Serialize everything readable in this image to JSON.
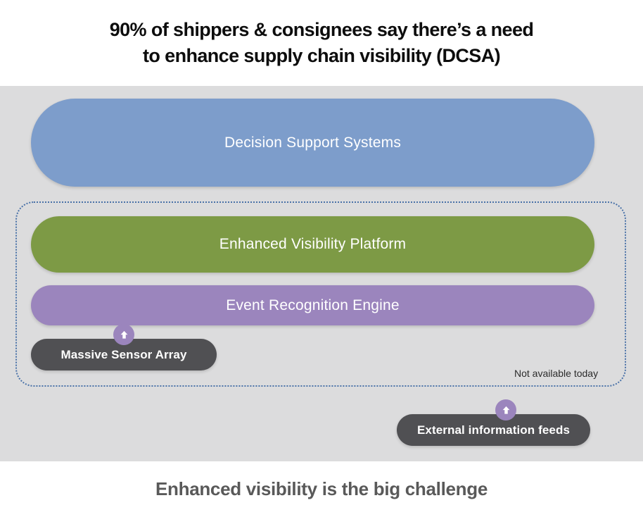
{
  "title": {
    "line1": "90% of shippers & consignees say there’s a need",
    "line2_prefix": "to enhance supply chain ",
    "line2_strong": "visibility",
    "line2_suffix": " (DCSA)"
  },
  "diagram": {
    "layers": [
      {
        "id": "decision-support",
        "label": "Decision Support Systems",
        "color": "#7d9dcb"
      },
      {
        "id": "enhanced-visibility",
        "label": "Enhanced Visibility Platform",
        "color": "#7d9a45"
      },
      {
        "id": "event-recognition",
        "label": "Event Recognition Engine",
        "color": "#9b85bd"
      }
    ],
    "inputs": [
      {
        "id": "massive-sensor-array",
        "label": "Massive Sensor Array",
        "color": "#505053",
        "badge_icon": "arrow-up-icon"
      },
      {
        "id": "external-feeds",
        "label": "External information feeds",
        "color": "#505053",
        "badge_icon": "arrow-up-icon"
      }
    ],
    "boundary": {
      "label": "Not available today",
      "border_color": "#4a72a8",
      "style": "dotted"
    },
    "panel_background": "#dcdcdd",
    "badge_color": "#9b85bd"
  },
  "footer": {
    "caption": "Enhanced visibility is the big challenge",
    "color": "#595959"
  }
}
